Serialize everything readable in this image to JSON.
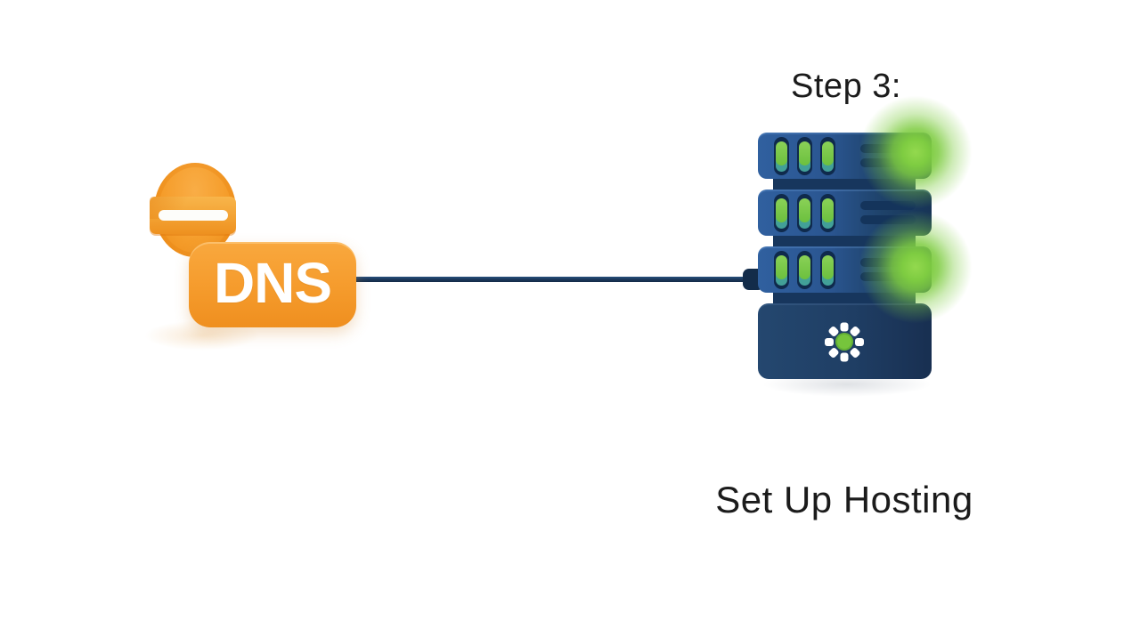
{
  "diagram": {
    "step_label": "Step 3:",
    "caption": "Set Up Hosting",
    "nodes": {
      "dns": {
        "label": "DNS",
        "icon": "dns-globe-icon",
        "description_visible": "orange globe with band and DNS badge"
      },
      "hosting": {
        "icon": "server-stack-icon",
        "rack_units": 3,
        "status_leds_per_unit": 3,
        "active_glow_units": [
          1,
          3
        ],
        "base_spinner": true
      }
    },
    "edge": {
      "from": "dns",
      "to": "hosting",
      "style": "solid-cable-with-plug"
    }
  },
  "colors": {
    "background": "#FFFFFF",
    "text": "#1B1B1B",
    "orange_badge_top": "#F9A83E",
    "orange_badge_bottom": "#EF8F1F",
    "orange_globe": "#F59D2B",
    "orange_band": "#F3A233",
    "band_stripe": "#FDFDFA",
    "cable_navy": "#1C3A5E",
    "server_blue": "#2E5C99",
    "server_dark_blue": "#173456",
    "slot_navy": "#0F2A4C",
    "led_green": "#7CCB4E",
    "led_teal": "#42A098",
    "glow_green": "#7ECC41",
    "base_navy": "#1F3E64",
    "spinner_white": "#FFFFFF",
    "spinner_green": "#76C53C"
  }
}
